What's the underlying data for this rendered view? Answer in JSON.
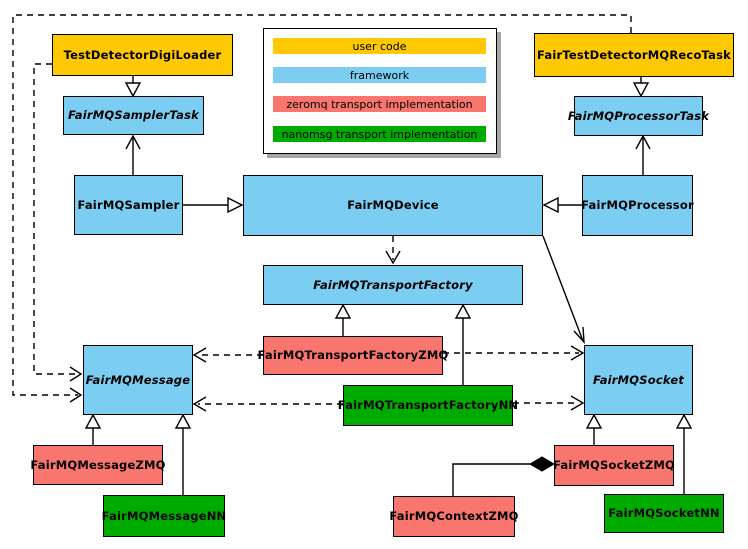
{
  "legend": {
    "items": [
      {
        "label": "user code",
        "color": "#fec802"
      },
      {
        "label": "framework",
        "color": "#7bcdf2"
      },
      {
        "label": "zeromq transport implementation",
        "color": "#f8766d"
      },
      {
        "label": "nanomsg transport implementation",
        "color": "#00ab00"
      }
    ]
  },
  "colors": {
    "user_code": "#fec802",
    "framework": "#7bcdf2",
    "zeromq": "#f8766d",
    "nanomsg": "#00ab00",
    "line": "#000000",
    "background": "#ffffff"
  },
  "nodes": {
    "loader": {
      "label": "TestDetectorDigiLoader",
      "category": "user code",
      "abstract": false
    },
    "reco_task": {
      "label": "FairTestDetectorMQRecoTask",
      "category": "user code",
      "abstract": false
    },
    "sampler_task": {
      "label": "FairMQSamplerTask",
      "category": "framework",
      "abstract": true
    },
    "processor_task": {
      "label": "FairMQProcessorTask",
      "category": "framework",
      "abstract": true
    },
    "sampler": {
      "label": "FairMQSampler",
      "category": "framework",
      "abstract": false
    },
    "device": {
      "label": "FairMQDevice",
      "category": "framework",
      "abstract": false
    },
    "processor": {
      "label": "FairMQProcessor",
      "category": "framework",
      "abstract": false
    },
    "transport_factory": {
      "label": "FairMQTransportFactory",
      "category": "framework",
      "abstract": true
    },
    "tf_zmq": {
      "label": "FairMQTransportFactoryZMQ",
      "category": "zeromq",
      "abstract": false
    },
    "tf_nn": {
      "label": "FairMQTransportFactoryNN",
      "category": "nanomsg",
      "abstract": false
    },
    "message": {
      "label": "FairMQMessage",
      "category": "framework",
      "abstract": true
    },
    "socket": {
      "label": "FairMQSocket",
      "category": "framework",
      "abstract": true
    },
    "message_zmq": {
      "label": "FairMQMessageZMQ",
      "category": "zeromq",
      "abstract": false
    },
    "message_nn": {
      "label": "FairMQMessageNN",
      "category": "nanomsg",
      "abstract": false
    },
    "socket_zmq": {
      "label": "FairMQSocketZMQ",
      "category": "zeromq",
      "abstract": false
    },
    "context_zmq": {
      "label": "FairMQContextZMQ",
      "category": "zeromq",
      "abstract": false
    },
    "socket_nn": {
      "label": "FairMQSocketNN",
      "category": "nanomsg",
      "abstract": false
    }
  },
  "edges": [
    {
      "from": "TestDetectorDigiLoader",
      "to": "FairMQSamplerTask",
      "type": "inheritance"
    },
    {
      "from": "FairTestDetectorMQRecoTask",
      "to": "FairMQProcessorTask",
      "type": "inheritance"
    },
    {
      "from": "FairMQSampler",
      "to": "FairMQSamplerTask",
      "type": "association"
    },
    {
      "from": "FairMQProcessor",
      "to": "FairMQProcessorTask",
      "type": "association"
    },
    {
      "from": "FairMQSampler",
      "to": "FairMQDevice",
      "type": "inheritance"
    },
    {
      "from": "FairMQProcessor",
      "to": "FairMQDevice",
      "type": "inheritance"
    },
    {
      "from": "FairMQDevice",
      "to": "FairMQTransportFactory",
      "type": "dependency"
    },
    {
      "from": "FairMQDevice",
      "to": "FairMQSocket",
      "type": "association"
    },
    {
      "from": "FairMQTransportFactoryZMQ",
      "to": "FairMQTransportFactory",
      "type": "inheritance"
    },
    {
      "from": "FairMQTransportFactoryNN",
      "to": "FairMQTransportFactory",
      "type": "inheritance"
    },
    {
      "from": "FairMQTransportFactoryZMQ",
      "to": "FairMQMessage",
      "type": "dependency"
    },
    {
      "from": "FairMQTransportFactoryZMQ",
      "to": "FairMQSocket",
      "type": "dependency"
    },
    {
      "from": "FairMQTransportFactoryNN",
      "to": "FairMQMessage",
      "type": "dependency"
    },
    {
      "from": "FairMQTransportFactoryNN",
      "to": "FairMQSocket",
      "type": "dependency"
    },
    {
      "from": "FairMQMessageZMQ",
      "to": "FairMQMessage",
      "type": "inheritance"
    },
    {
      "from": "FairMQMessageNN",
      "to": "FairMQMessage",
      "type": "inheritance"
    },
    {
      "from": "FairMQSocketZMQ",
      "to": "FairMQSocket",
      "type": "inheritance"
    },
    {
      "from": "FairMQSocketNN",
      "to": "FairMQSocket",
      "type": "inheritance"
    },
    {
      "from": "FairMQContextZMQ",
      "to": "FairMQSocketZMQ",
      "type": "composition"
    },
    {
      "from": "TestDetectorDigiLoader",
      "to": "FairMQMessage",
      "type": "dependency"
    },
    {
      "from": "FairTestDetectorMQRecoTask",
      "to": "FairMQMessage",
      "type": "dependency"
    }
  ]
}
